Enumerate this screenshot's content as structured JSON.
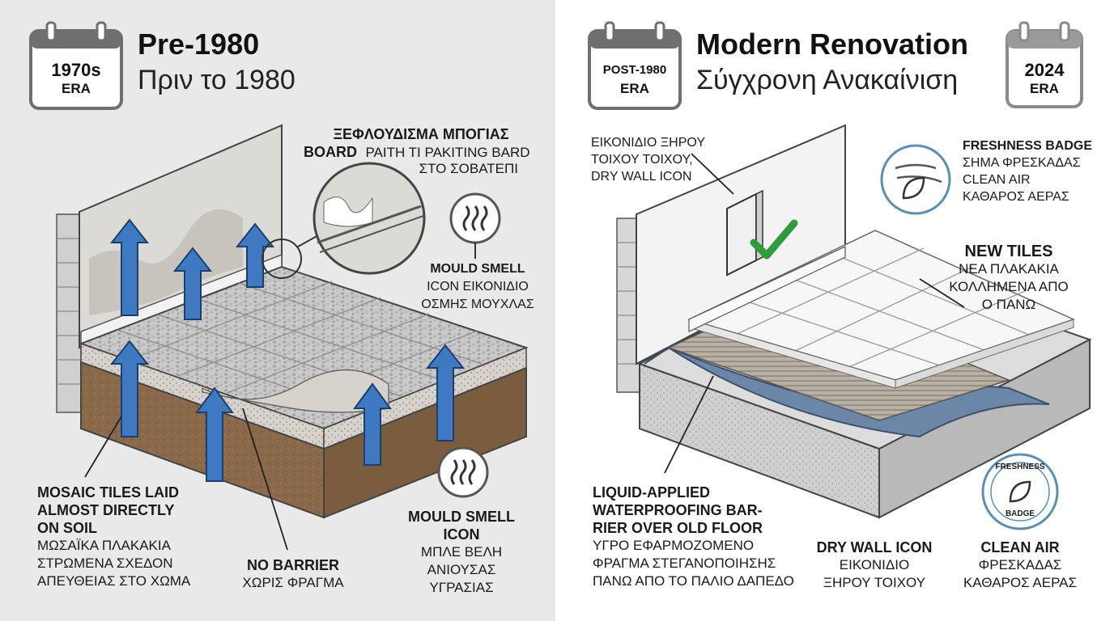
{
  "left": {
    "calendar": {
      "line1": "1970s",
      "line2": "ERA"
    },
    "title": "Pre-1980",
    "subtitle": "Πριν το 1980",
    "callout_peeling": {
      "line1": "ΞΕΦΛΟΥΔΙΣΜΑ ΜΠΟΓΙΑΣ",
      "line2a": "BOARD",
      "line2b": "ΡΑΙΤΗ ΤΙ ΡΑΚΙΤΙΝG ΒΑRD",
      "line3": "ΣΤΟ ΣΟΒΑΤΕΠΙ"
    },
    "callout_smell_top": {
      "line1": "MOULD SMELL",
      "line2": "ICON ΕΙΚΟΝΙΔΙΟ",
      "line3": "ΟΣΜΗΣ ΜΟΥΧΛΑΣ"
    },
    "callout_mosaic": {
      "b1": "MOSAIC TILES LAID",
      "b2": "ALMOST DIRECTLY",
      "b3": "ON SOIL",
      "n1": "ΜΩΣΑΪΚΑ ΠΛΑΚΑΚΙΑ",
      "n2": "ΣΤΡΩΜΕΝΑ ΣΧΕΔΟΝ",
      "n3": "ΑΠΕΥΘΕΙΑΣ ΣΤΟ ΧΩΜΑ"
    },
    "callout_barrier": {
      "b1": "NO BARRIER",
      "n1": "ΧΩΡΙΣ ΦΡΑΓΜΑ"
    },
    "callout_smell_bottom": {
      "b1": "MOULD SMELL",
      "b2": "ICON",
      "n1": "ΜΠΛΕ ΒΕΛΗ",
      "n2": "ΑΝΙΟΥΣΑΣ",
      "n3": "ΥΓΡΑΣΙΑΣ"
    }
  },
  "right": {
    "calendar_left": {
      "line1": "POST-1980",
      "line2": "ERA"
    },
    "calendar_right": {
      "line1": "2024",
      "line2": "ERA"
    },
    "title": "Modern Renovation",
    "subtitle": "Σύγχρονη Ανακαίνιση",
    "callout_drywall_top": {
      "line1": "ΕΙΚΟΝΙΔΙΟ ΞΗΡΟΥ",
      "line2": "ΤΟΙΧΟΥ ΤΟΙΧΟΥ,",
      "line3": "DRY WALL ICON"
    },
    "callout_freshness": {
      "b1": "FRESHNESS BADGE",
      "n1": "ΣΗΜΑ ΦΡΕΣΚΑΔΑΣ",
      "n2": "CLEAN AIR",
      "n3": "ΚΑΘΑΡΟΣ ΑΕΡΑΣ"
    },
    "callout_tiles": {
      "b1": "NEW TILES",
      "n1": "ΝΕΑ ΠΛΑΚΑΚΙΑ",
      "n2": "ΚΟΛΛΗΜΕΝΑ ΑΠΟ",
      "n3": "Ο ΠΑΝΩ"
    },
    "callout_liquid": {
      "b1": "LIQUID-APPLIED",
      "b2": "WATERPROOFING BAR-",
      "b3": "RIER OVER OLD FLOOR",
      "n1": "ΥΓΡΟ ΕΦΑΡΜΟΖΟΜΕΝΟ",
      "n2": "ΦΡΑΓΜΑ ΣΤΕΓΑΝΟΠΟΙΗΣΗΣ",
      "n3": "ΠΑΝΩ ΑΠΟ ΤΟ ΠΑΛΙΟ ΔΑΠΕΔΟ"
    },
    "callout_drywall_bottom": {
      "b1": "DRY WALL ICON",
      "n1": "ΕΙΚΟΝΙΔΙΟ",
      "n2": "ΞΗΡΟΥ ΤΟΙΧΟΥ"
    },
    "callout_clean_air": {
      "b1": "CLEAN AIR",
      "n1": "ΦΡΕΣΚΑΔΑΣ",
      "n2": "ΚΑΘΑΡΟΣ ΑΕΡΑΣ"
    },
    "badge": {
      "top": "FRESHNESS",
      "bottom": "BADGE"
    }
  },
  "colors": {
    "moisture_arrow": "#3f79c1",
    "barrier": "#6b86a6",
    "check": "#2e9b3c",
    "badge_ring": "#5a8fb2",
    "soil": "#8a6a4a"
  }
}
